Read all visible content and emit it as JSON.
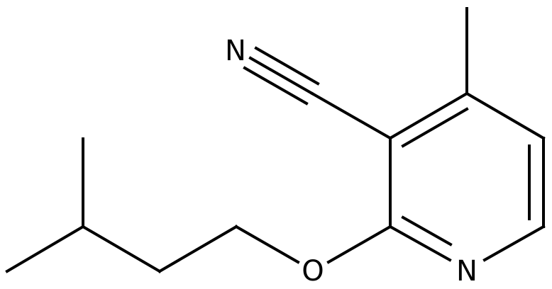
{
  "molecule": {
    "atoms": {
      "nitrile_n": "N",
      "ring_n": "N",
      "ether_o": "O"
    }
  },
  "colors": {
    "bond": "#000000",
    "label": "#000000",
    "background": "#ffffff"
  }
}
